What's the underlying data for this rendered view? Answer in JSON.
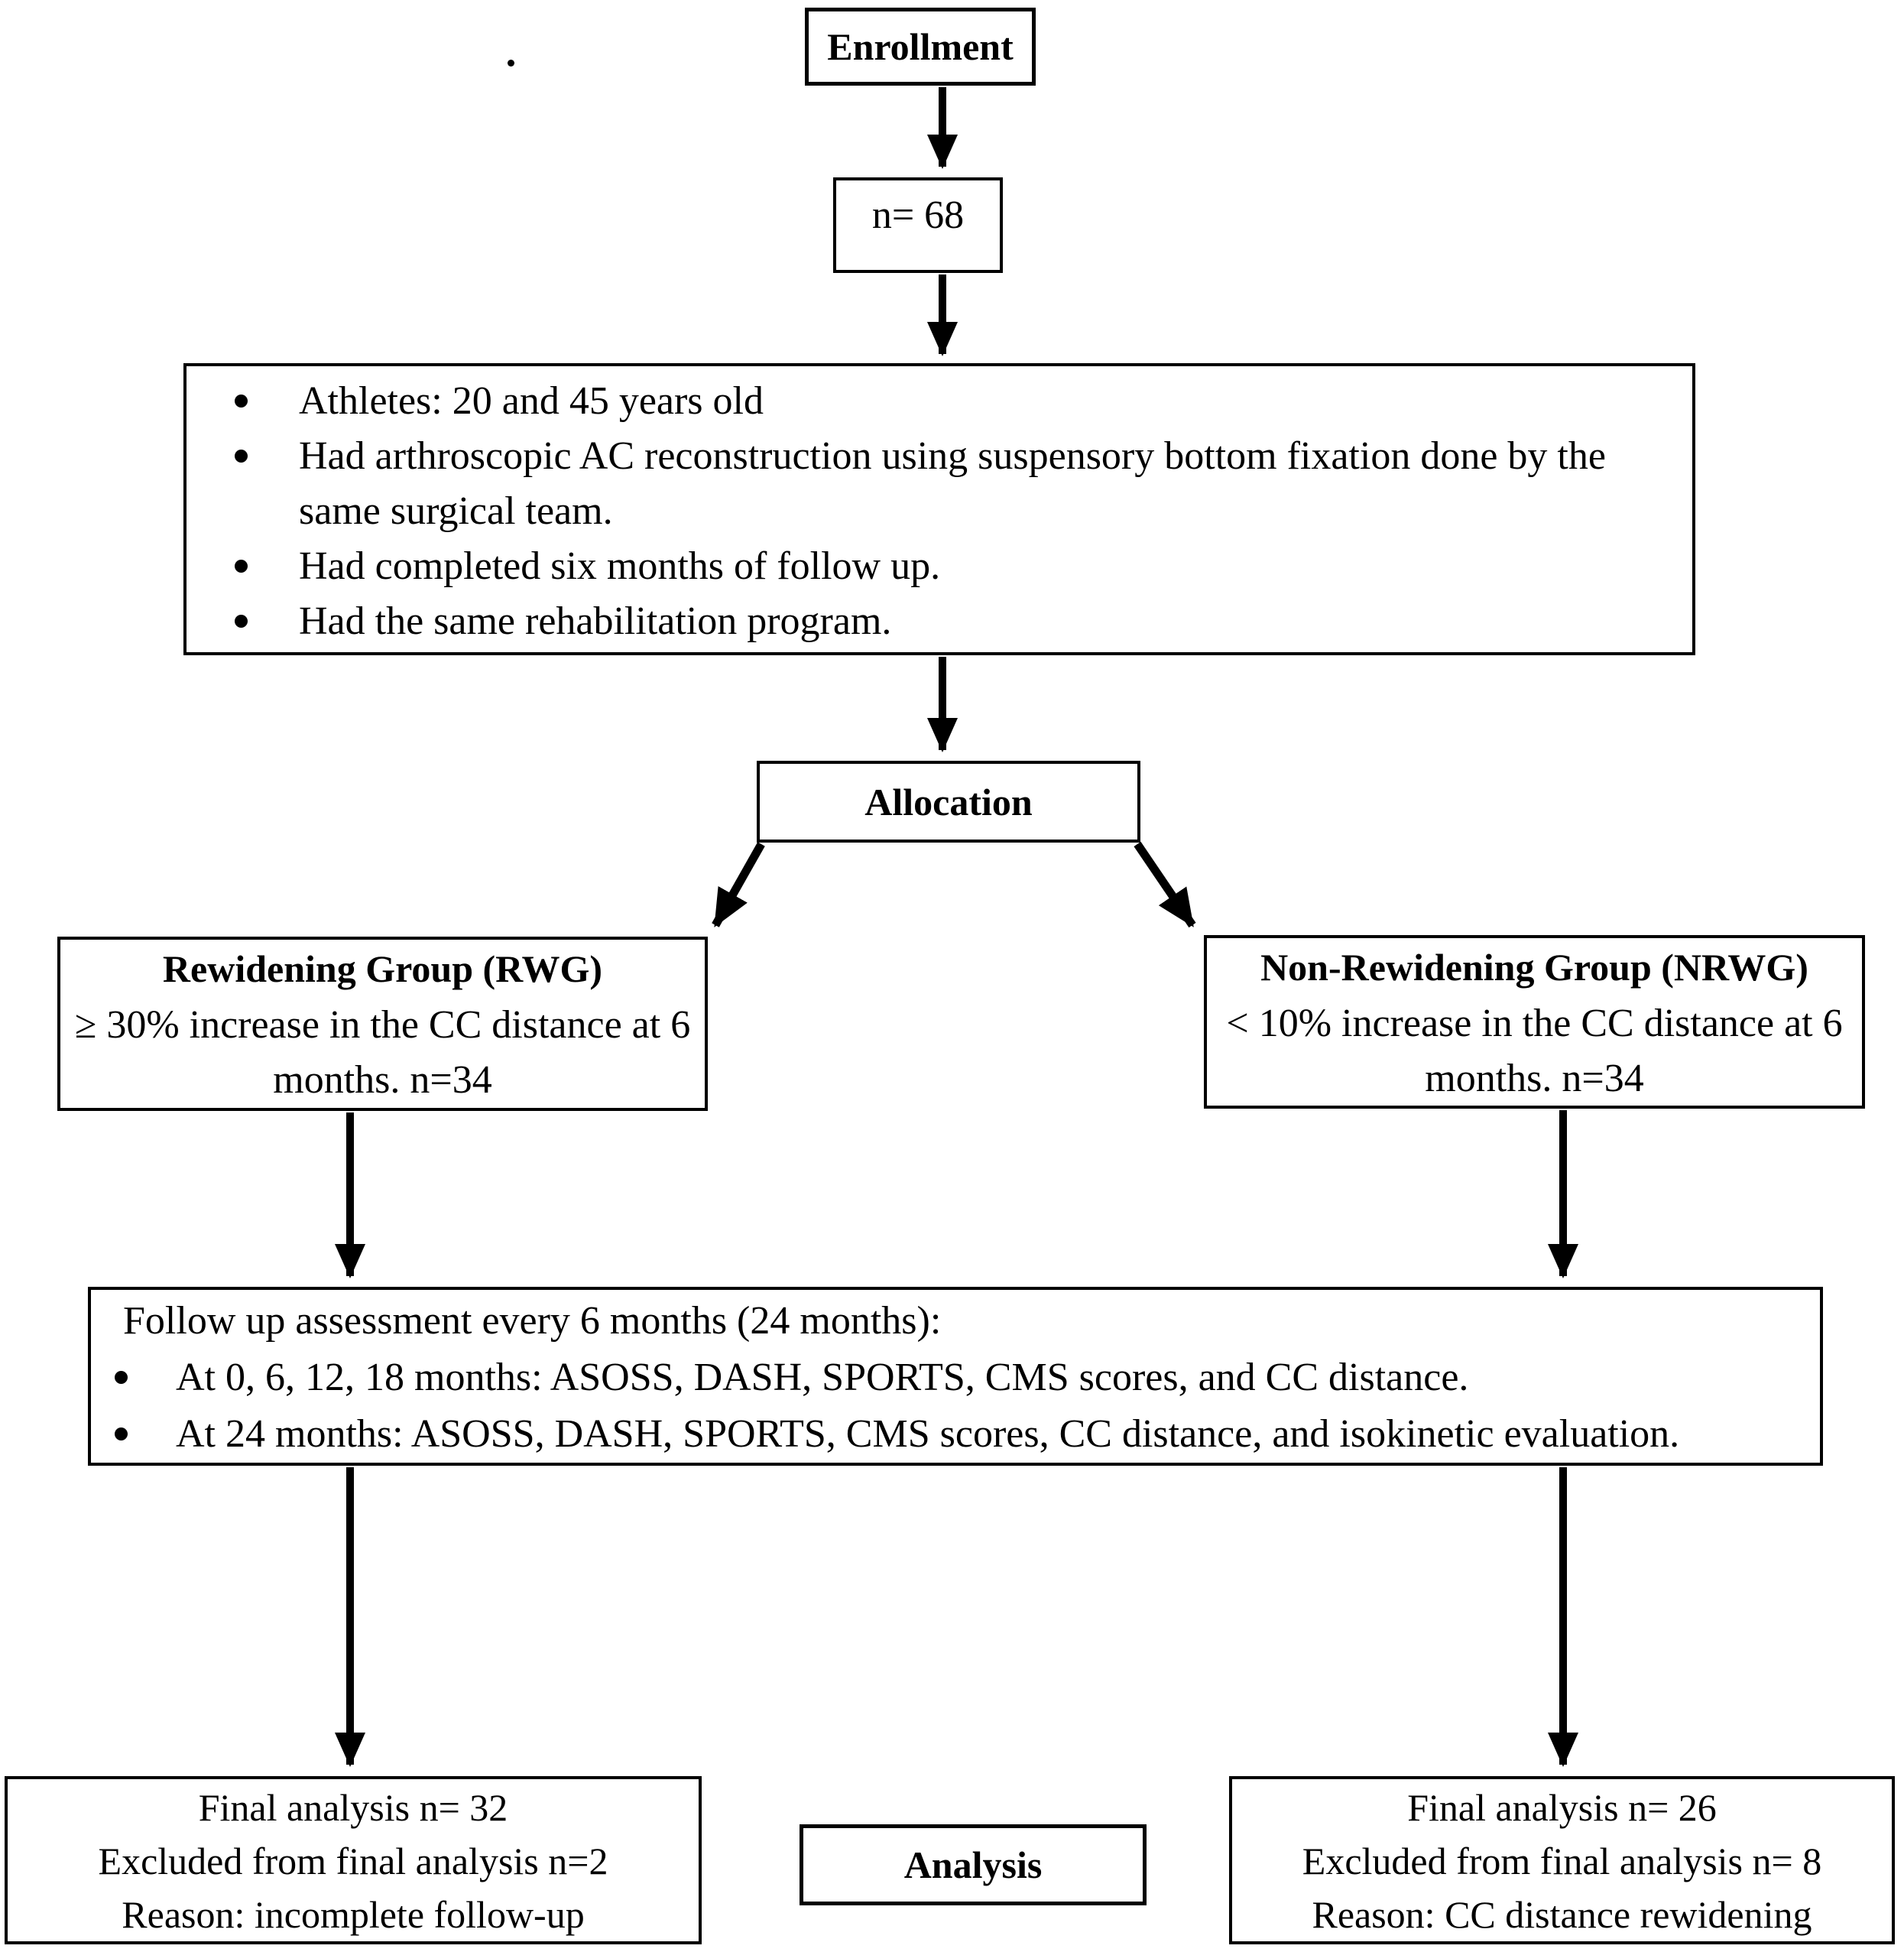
{
  "flowchart": {
    "stages": {
      "enrollment_label": "Enrollment",
      "sample_size": "n= 68",
      "allocation_label": "Allocation",
      "analysis_label": "Analysis"
    },
    "eligibility": {
      "items": [
        "Athletes: 20 and 45 years old",
        "Had arthroscopic AC reconstruction using suspensory bottom fixation done by the same surgical team.",
        "Had completed six months of follow up.",
        "Had the same rehabilitation program."
      ]
    },
    "groups": {
      "rwg": {
        "title": "Rewidening Group (RWG)",
        "lines": [
          "≥ 30% increase in the CC distance at 6",
          "months. n=34"
        ]
      },
      "nrwg": {
        "title": "Non-Rewidening Group (NRWG)",
        "lines": [
          "< 10% increase in the CC distance at 6",
          "months. n=34"
        ]
      }
    },
    "followup": {
      "heading": "Follow up assessment every 6 months (24 months):",
      "items": [
        "At 0, 6, 12, 18 months: ASOSS, DASH, SPORTS, CMS scores, and CC distance.",
        "At 24 months: ASOSS, DASH, SPORTS, CMS scores, CC distance, and isokinetic evaluation."
      ]
    },
    "final": {
      "rwg": {
        "lines": [
          "Final analysis n= 32",
          "Excluded from final analysis n=2",
          "Reason: incomplete follow-up"
        ]
      },
      "nrwg": {
        "lines": [
          "Final analysis n= 26",
          "Excluded from final analysis n= 8",
          "Reason: CC distance rewidening"
        ]
      }
    },
    "colors": {
      "ink": "#000000",
      "background": "#ffffff"
    }
  }
}
